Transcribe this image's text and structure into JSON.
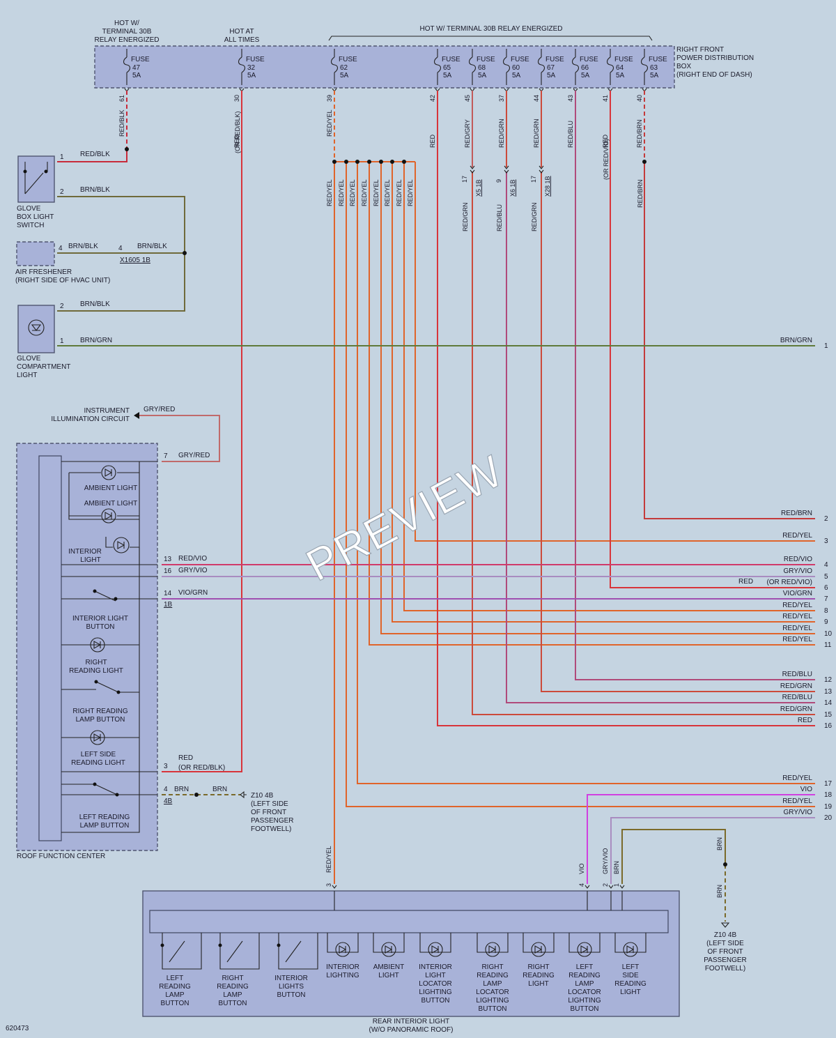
{
  "diagram_id": "620473",
  "watermark": "PREVIEW",
  "colors": {
    "background": "#c5d4e1",
    "component_fill": "#a8b2d8",
    "RED": "#d8343a",
    "REDYEL": "#e0642a",
    "REDBRN": "#c43a3a",
    "REDBLK": "#c82a3a",
    "REDGRN": "#cc4a3a",
    "REDBLU": "#b04a7a",
    "REDVIO": "#d03a6a",
    "REDGRY": "#c25a5a",
    "GRYRED": "#c06a6a",
    "GRYVIO": "#a98cc0",
    "VIOGRN": "#a050b0",
    "VIO": "#d040e0",
    "BRN": "#7a6a2a",
    "BRNBLK": "#6f6a3a",
    "BRNGRN": "#5f7a3a"
  },
  "headers": {
    "hot_relay_top": [
      "HOT W/",
      "TERMINAL 30B",
      "RELAY ENERGIZED"
    ],
    "hot_all_times": [
      "HOT AT",
      "ALL TIMES"
    ],
    "hot_relay_span": "HOT W/ TERMINAL 30B RELAY ENERGIZED",
    "fuse_box": [
      "RIGHT FRONT",
      "POWER DISTRIBUTION",
      "BOX",
      "(RIGHT END OF DASH)"
    ]
  },
  "fuses": [
    {
      "label": "FUSE",
      "num": "47",
      "amp": "5A",
      "pin": "61",
      "wire": "RED/BLK"
    },
    {
      "label": "FUSE",
      "num": "32",
      "amp": "5A",
      "pin": "30",
      "wire": "RED"
    },
    {
      "label": "FUSE",
      "num": "62",
      "amp": "5A",
      "pin": "39",
      "wire": "RED/YEL"
    },
    {
      "label": "FUSE",
      "num": "65",
      "amp": "5A",
      "pin": "42",
      "wire": "RED"
    },
    {
      "label": "FUSE",
      "num": "68",
      "amp": "5A",
      "pin": "45",
      "wire": "RED/GRY"
    },
    {
      "label": "FUSE",
      "num": "60",
      "amp": "5A",
      "pin": "37",
      "wire": "RED/GRN"
    },
    {
      "label": "FUSE",
      "num": "67",
      "amp": "5A",
      "pin": "44",
      "wire": "RED/GRN"
    },
    {
      "label": "FUSE",
      "num": "66",
      "amp": "5A",
      "pin": "43",
      "wire": "RED/BLU"
    },
    {
      "label": "FUSE",
      "num": "64",
      "amp": "5A",
      "pin": "41",
      "wire": "RED"
    },
    {
      "label": "FUSE",
      "num": "63",
      "amp": "5A",
      "pin": "40",
      "wire": "RED/BRN"
    }
  ],
  "wire_extra": {
    "or_red_blk": "(OR RED/BLK)",
    "or_red_vio": "(OR RED/VIO)"
  },
  "splice_wires": [
    "RED/YEL",
    "RED/YEL",
    "RED/YEL",
    "RED/YEL",
    "RED/YEL",
    "RED/YEL",
    "RED/YEL",
    "RED/YEL"
  ],
  "inline_connectors": [
    {
      "pin": "17",
      "name": "X5 1B",
      "wire_below": "RED/GRN"
    },
    {
      "pin": "9",
      "name": "X6 1B",
      "wire_below": "RED/BLU"
    },
    {
      "pin": "17",
      "name": "X28 1B",
      "wire_below": "RED/GRN"
    }
  ],
  "glove_box_switch": {
    "name": [
      "GLOVE",
      "BOX LIGHT",
      "SWITCH"
    ],
    "pin1": "1",
    "wire1": "RED/BLK",
    "pin2": "2",
    "wire2": "BRN/BLK"
  },
  "air_freshener": {
    "name": [
      "AIR FRESHENER",
      "(RIGHT SIDE OF HVAC UNIT)"
    ],
    "pin": "4",
    "wire": "BRN/BLK",
    "conn_pin": "4",
    "conn_wire": "BRN/BLK",
    "conn": "X1605 1B"
  },
  "glove_light": {
    "name": [
      "GLOVE",
      "COMPARTMENT",
      "LIGHT"
    ],
    "pin2": "2",
    "wire2": "BRN/BLK",
    "pin1": "1",
    "wire1": "BRN/GRN"
  },
  "instrument_illum": {
    "name": [
      "INSTRUMENT",
      "ILLUMINATION CIRCUIT"
    ],
    "wire": "GRY/RED"
  },
  "rfc": {
    "name": "ROOF FUNCTION CENTER",
    "items": [
      {
        "label": [
          "AMBIENT LIGHT"
        ]
      },
      {
        "label": [
          "AMBIENT LIGHT"
        ]
      },
      {
        "label": [
          "INTERIOR",
          "LIGHT"
        ]
      },
      {
        "label": [
          "INTERIOR LIGHT",
          "BUTTON"
        ]
      },
      {
        "label": [
          "RIGHT",
          "READING LIGHT"
        ]
      },
      {
        "label": [
          "RIGHT READING",
          "LAMP BUTTON"
        ]
      },
      {
        "label": [
          "LEFT SIDE",
          "READING LIGHT"
        ]
      },
      {
        "label": [
          "LEFT READING",
          "LAMP BUTTON"
        ]
      }
    ],
    "pins": [
      {
        "pin": "7",
        "wire": "GRY/RED"
      },
      {
        "pin": "13",
        "wire": "RED/VIO"
      },
      {
        "pin": "16",
        "wire": "GRY/VIO"
      },
      {
        "pin": "14",
        "wire": "VIO/GRN",
        "conn": "1B"
      },
      {
        "pin": "3",
        "wire": "RED",
        "wire2": "(OR RED/BLK)"
      },
      {
        "pin": "4",
        "wire": "BRN",
        "conn": "4B",
        "wire_after": "BRN"
      }
    ],
    "ground": {
      "name": "Z10 4B",
      "desc": [
        "(LEFT SIDE",
        "OF FRONT",
        "PASSENGER",
        "FOOTWELL)"
      ]
    }
  },
  "right_outputs": [
    {
      "num": "1",
      "label": "BRN/GRN"
    },
    {
      "num": "2",
      "label": "RED/BRN"
    },
    {
      "num": "3",
      "label": "RED/YEL"
    },
    {
      "num": "4",
      "label": "RED/VIO"
    },
    {
      "num": "5",
      "label": "GRY/VIO"
    },
    {
      "num": "6",
      "label": "RED",
      "label2": "(OR RED/VIO)"
    },
    {
      "num": "7",
      "label": "VIO/GRN"
    },
    {
      "num": "8",
      "label": "RED/YEL"
    },
    {
      "num": "9",
      "label": "RED/YEL"
    },
    {
      "num": "10",
      "label": "RED/YEL"
    },
    {
      "num": "11",
      "label": "RED/YEL"
    },
    {
      "num": "12",
      "label": "RED/BLU"
    },
    {
      "num": "13",
      "label": "RED/GRN"
    },
    {
      "num": "14",
      "label": "RED/BLU"
    },
    {
      "num": "15",
      "label": "RED/GRN"
    },
    {
      "num": "16",
      "label": "RED"
    },
    {
      "num": "17",
      "label": "RED/YEL"
    },
    {
      "num": "18",
      "label": "VIO"
    },
    {
      "num": "19",
      "label": "RED/YEL"
    },
    {
      "num": "20",
      "label": "GRY/VIO"
    }
  ],
  "rear": {
    "name": [
      "REAR INTERIOR LIGHT",
      "(W/O PANORAMIC ROOF)"
    ],
    "pins": [
      {
        "pin": "3",
        "wire": "RED/YEL"
      },
      {
        "pin": "4",
        "wire": "VIO"
      },
      {
        "pin": "2",
        "wire": "GRY/VIO"
      },
      {
        "pin": "1",
        "wire": "BRN"
      }
    ],
    "items": [
      {
        "label": [
          "LEFT",
          "READING",
          "LAMP",
          "BUTTON"
        ]
      },
      {
        "label": [
          "RIGHT",
          "READING",
          "LAMP",
          "BUTTON"
        ]
      },
      {
        "label": [
          "INTERIOR",
          "LIGHTS",
          "BUTTON"
        ]
      },
      {
        "label": [
          "INTERIOR",
          "LIGHTING"
        ]
      },
      {
        "label": [
          "AMBIENT",
          "LIGHT"
        ]
      },
      {
        "label": [
          "INTERIOR",
          "LIGHT",
          "LOCATOR",
          "LIGHTING",
          "BUTTON"
        ]
      },
      {
        "label": [
          "RIGHT",
          "READING",
          "LAMP",
          "LOCATOR",
          "LIGHTING",
          "BUTTON"
        ]
      },
      {
        "label": [
          "RIGHT",
          "READING",
          "LIGHT"
        ]
      },
      {
        "label": [
          "LEFT",
          "READING",
          "LAMP",
          "LOCATOR",
          "LIGHTING",
          "BUTTON"
        ]
      },
      {
        "label": [
          "LEFT",
          "SIDE",
          "READING",
          "LIGHT"
        ]
      }
    ],
    "ground_wires": [
      "BRN",
      "BRN"
    ],
    "ground": {
      "name": "Z10 4B",
      "desc": [
        "(LEFT SIDE",
        "OF FRONT",
        "PASSENGER",
        "FOOTWELL)"
      ]
    }
  }
}
